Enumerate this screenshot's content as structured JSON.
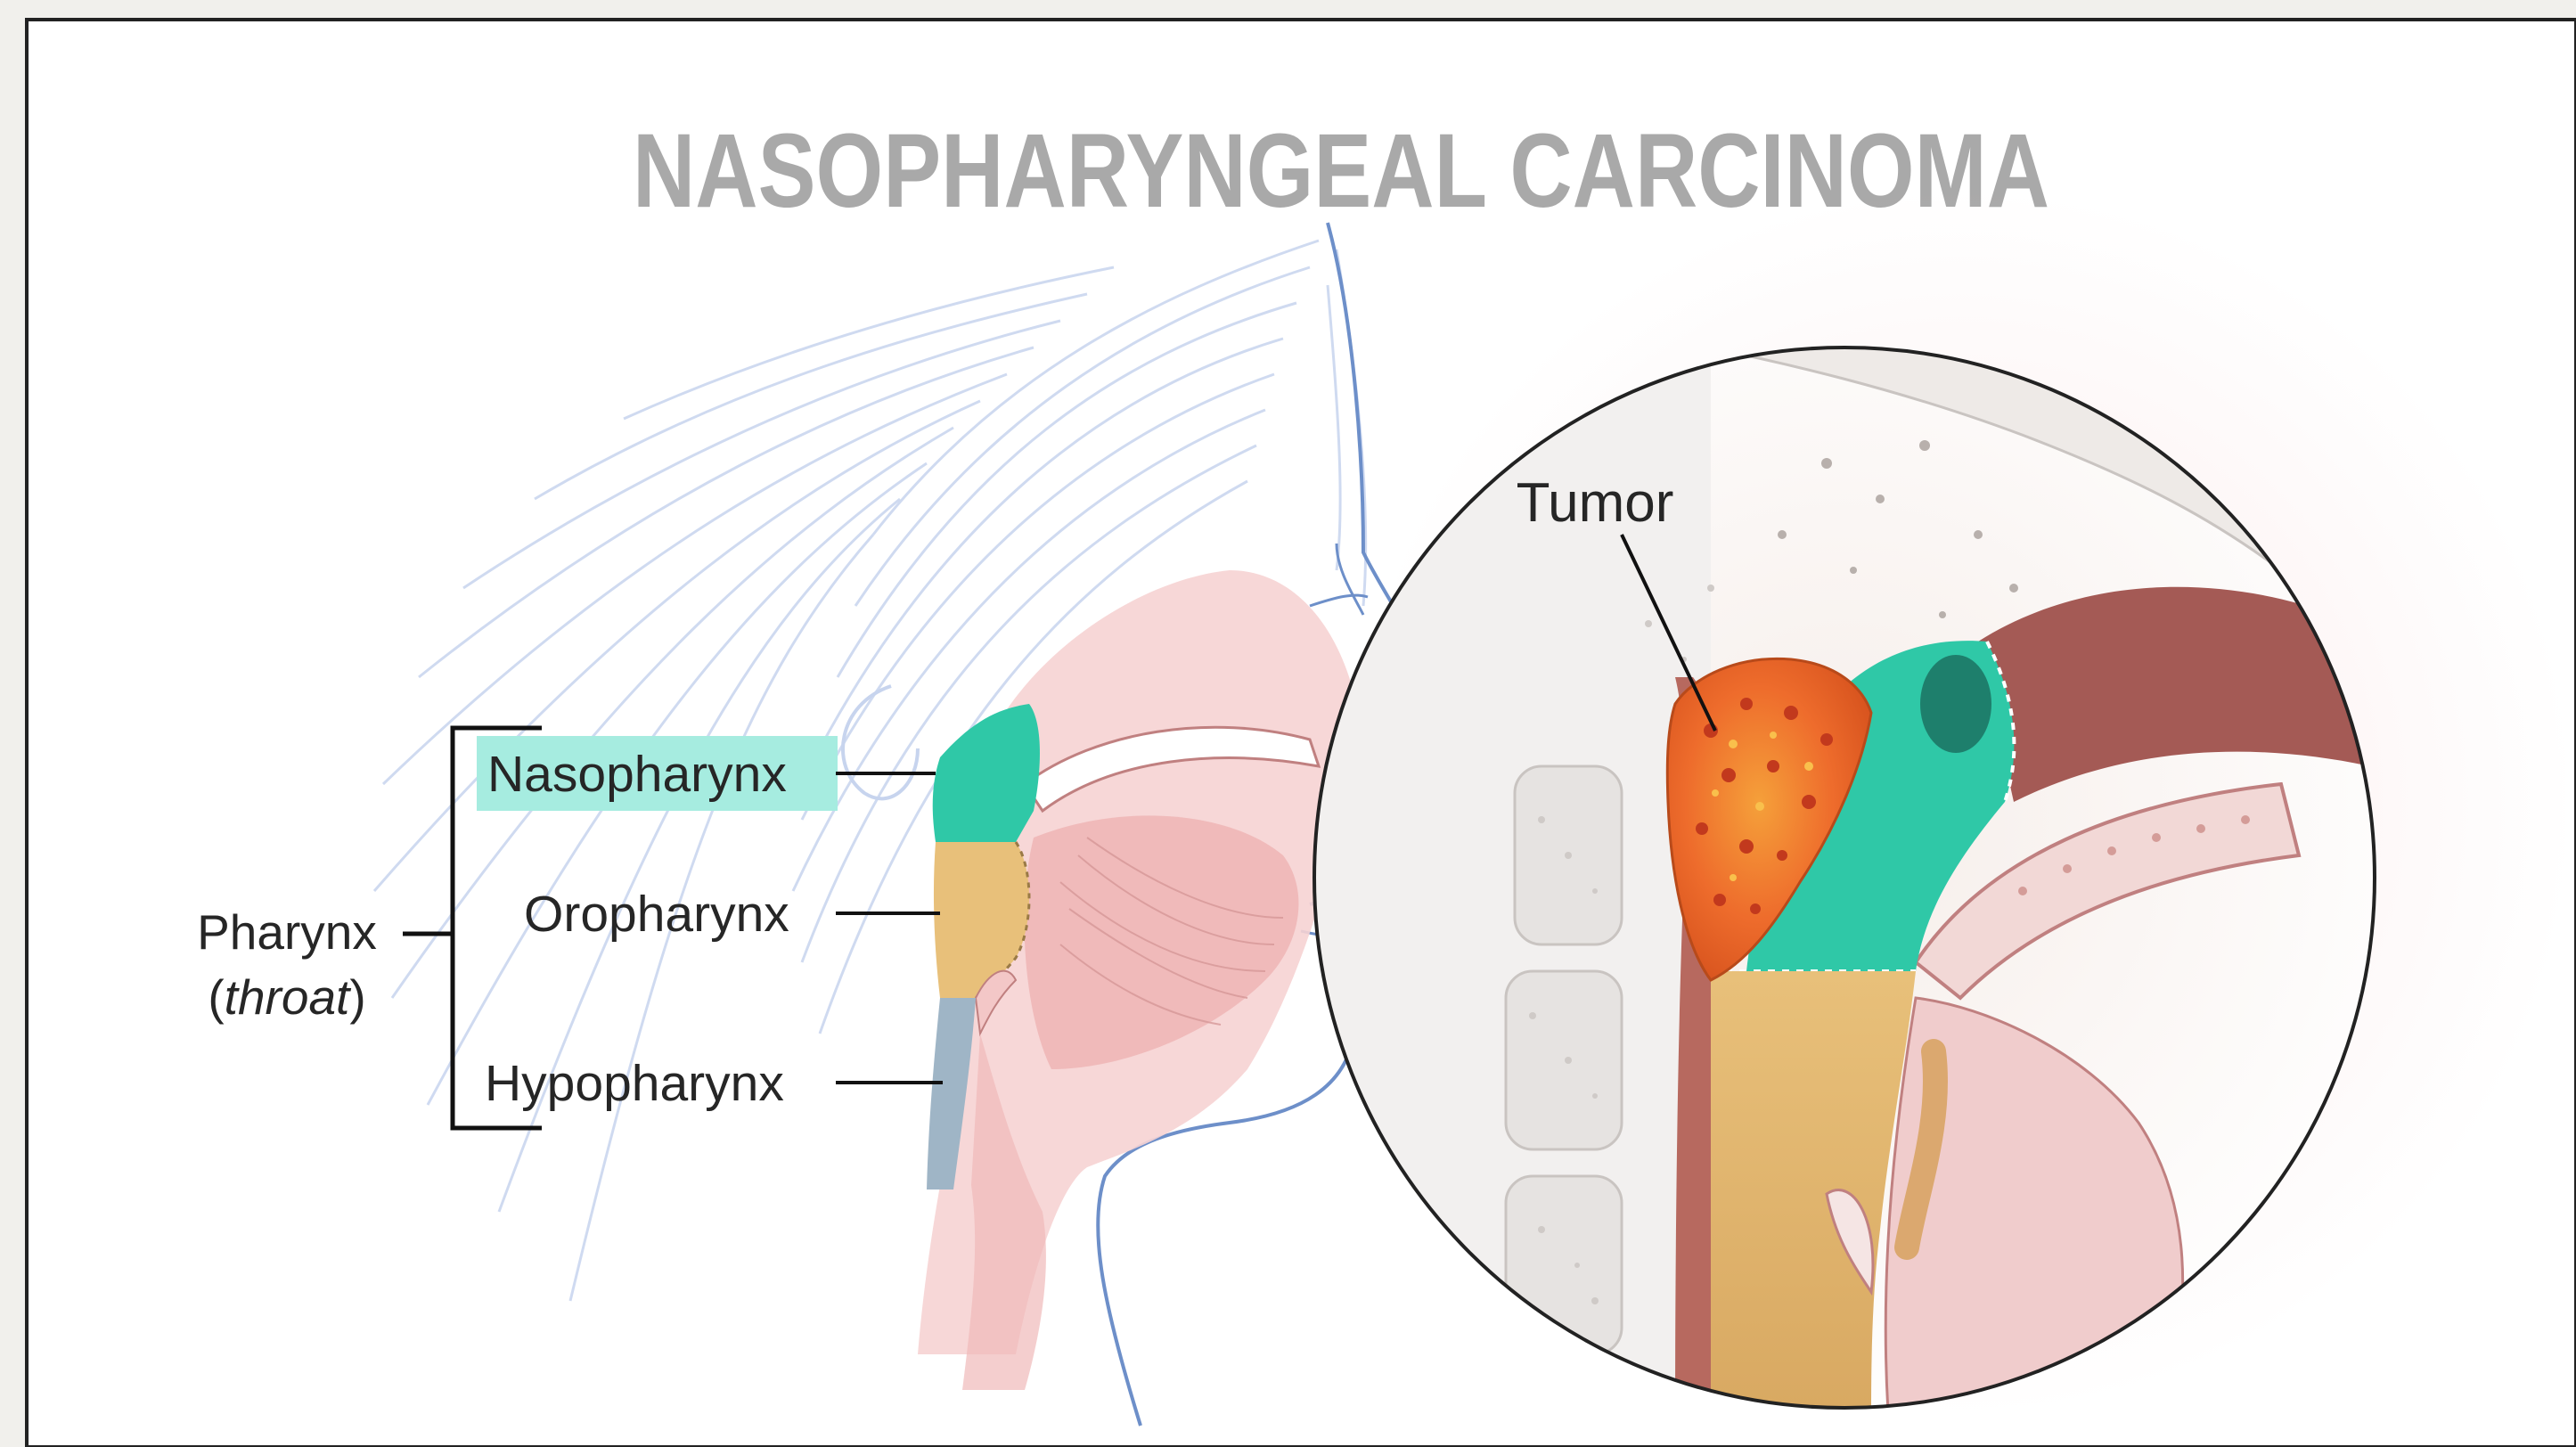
{
  "title": "NASOPHARYNGEAL CARCINOMA",
  "labels": {
    "nasopharynx": "Nasopharynx",
    "oropharynx": "Oropharynx",
    "hypopharynx": "Hypopharynx",
    "pharynx": "Pharynx",
    "throat": "throat",
    "tumor": "Tumor"
  },
  "colors": {
    "nasopharynx": "#2fc8a7",
    "nasopharynx_highlight": "#a6ece0",
    "oropharynx": "#e8c07a",
    "hypopharynx": "#9fb5c6",
    "tumor": "#ef7230",
    "title": "#a9a9a9",
    "outline": "#6d8fc9",
    "tissue_pink": "#f3c7c7",
    "tissue_dark": "#b7695f"
  }
}
